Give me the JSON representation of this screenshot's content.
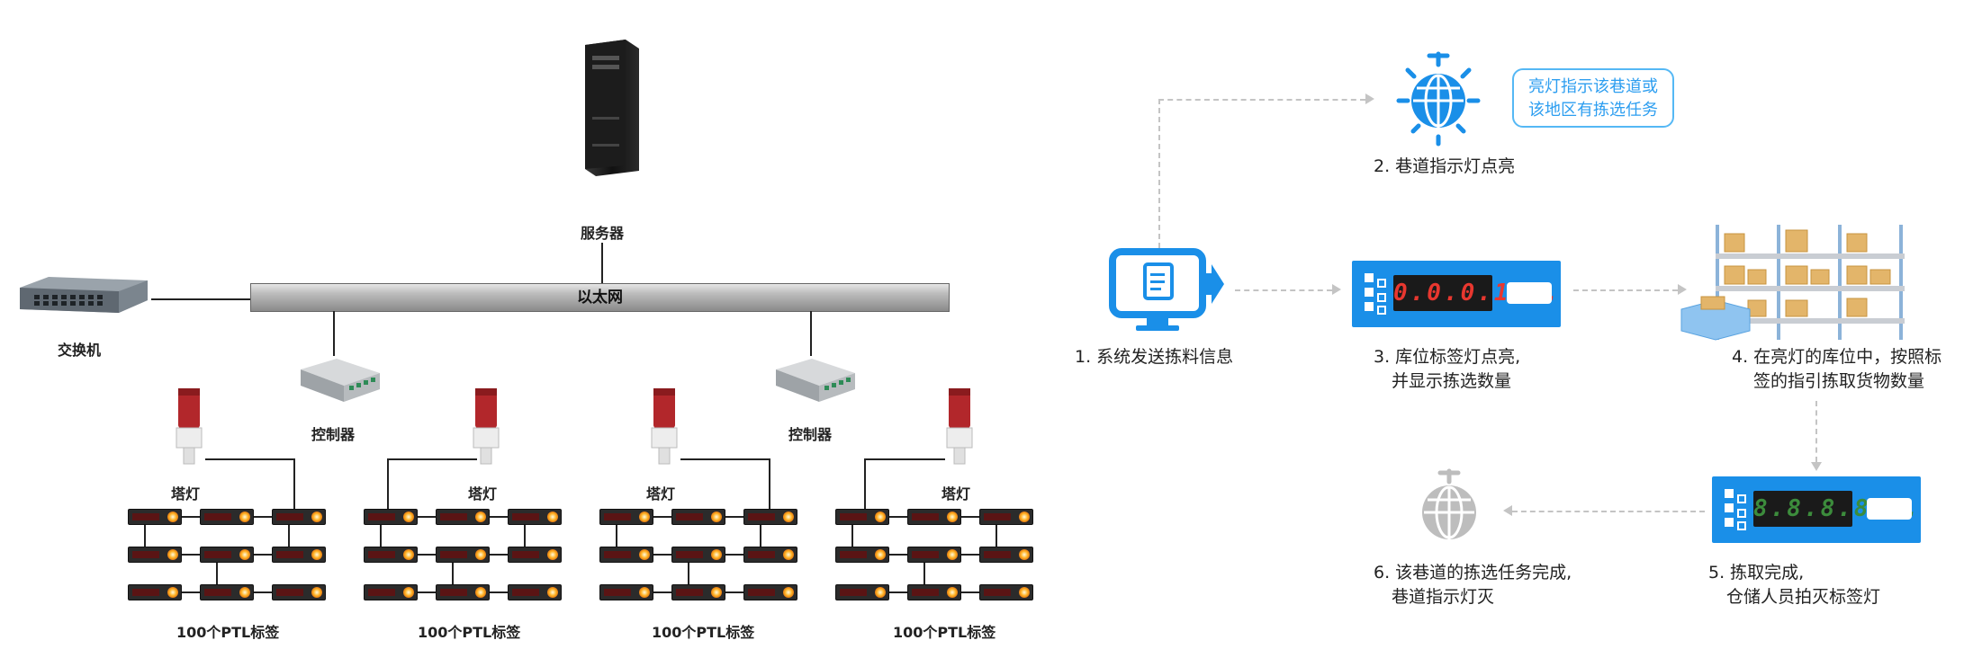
{
  "left": {
    "server_label": "服务器",
    "ethernet_label": "以太网",
    "switch_label": "交换机",
    "controller_label": "控制器",
    "tower_label": "塔灯",
    "ptl_group_label": "100个PTL标签"
  },
  "right": {
    "callout": [
      "亮灯指示该巷道或",
      "该地区有拣选任务"
    ],
    "step1": [
      "1. 系统发送拣料信息"
    ],
    "step2": [
      "2. 巷道指示灯点亮"
    ],
    "step3": [
      "3. 库位标签灯点亮,",
      "并显示拣选数量"
    ],
    "step4": [
      "4. 在亮灯的库位中，按照标",
      "签的指引拣取货物数量"
    ],
    "step5": [
      "5. 拣取完成,",
      "仓储人员拍灭标签灯"
    ],
    "step6": [
      "6. 该巷道的拣选任务完成,",
      "巷道指示灯灭"
    ],
    "display3": "0.0.0.1.5.",
    "display5": "8.8.8.8.8."
  },
  "colors": {
    "accent": "#1a8fe8",
    "dash": "#c4c4c4",
    "callout": "#2d9ef0",
    "light_off": "#bdbdbd"
  }
}
